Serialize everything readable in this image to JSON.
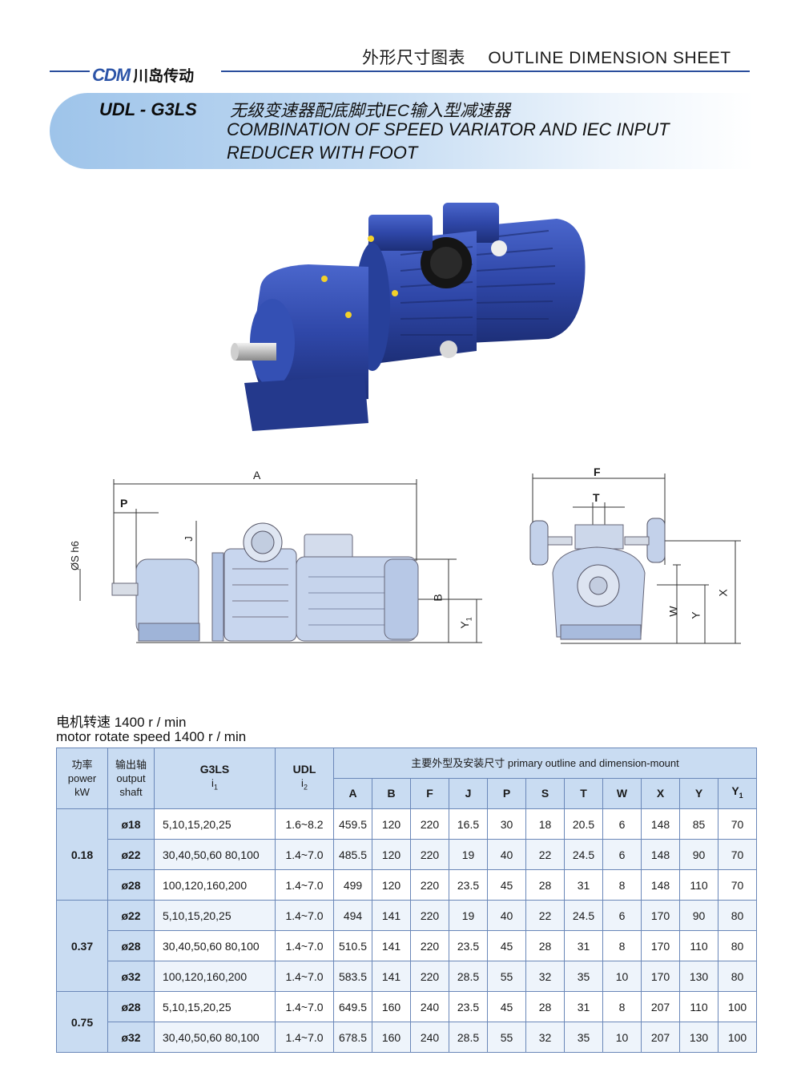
{
  "header": {
    "title_cn": "外形尺寸图表",
    "title_en": "OUTLINE DIMENSION SHEET",
    "logo_mark": "CDM",
    "logo_cn": "川岛传动"
  },
  "banner": {
    "model": "UDL - G3LS",
    "title_cn": "无级变速器配底脚式IEC输入型减速器",
    "title_en_line1": "COMBINATION OF SPEED VARIATOR  AND IEC INPUT",
    "title_en_line2": "REDUCER WITH FOOT"
  },
  "drawing_labels": {
    "A": "A",
    "P": "P",
    "S": "ØS h6",
    "J": "J",
    "B": "B",
    "Y1": "Y",
    "F": "F",
    "T": "T",
    "X": "X",
    "W": "W",
    "Y": "Y"
  },
  "speed": {
    "cn": "电机转速 1400 r / min",
    "en": "motor rotate speed 1400 r / min"
  },
  "table": {
    "h_power": [
      "功率",
      "power",
      "kW"
    ],
    "h_shaft": [
      "输出轴",
      "output",
      "shaft"
    ],
    "h_g3ls": "G3LS",
    "h_i1": "i",
    "h_udl": "UDL",
    "h_i2": "i",
    "h_group": "主要外型及安装尺寸  primary outline and dimension-mount",
    "dims": [
      "A",
      "B",
      "F",
      "J",
      "P",
      "S",
      "T",
      "W",
      "X",
      "Y",
      "Y"
    ],
    "groups": [
      {
        "power": "0.18",
        "rows": [
          {
            "shaft": "ø18",
            "i1": "5,10,15,20,25",
            "i2": "1.6~8.2",
            "v": [
              "459.5",
              "120",
              "220",
              "16.5",
              "30",
              "18",
              "20.5",
              "6",
              "148",
              "85",
              "70"
            ]
          },
          {
            "shaft": "ø22",
            "i1": "30,40,50,60 80,100",
            "i2": "1.4~7.0",
            "v": [
              "485.5",
              "120",
              "220",
              "19",
              "40",
              "22",
              "24.5",
              "6",
              "148",
              "90",
              "70"
            ]
          },
          {
            "shaft": "ø28",
            "i1": "100,120,160,200",
            "i2": "1.4~7.0",
            "v": [
              "499",
              "120",
              "220",
              "23.5",
              "45",
              "28",
              "31",
              "8",
              "148",
              "110",
              "70"
            ]
          }
        ]
      },
      {
        "power": "0.37",
        "rows": [
          {
            "shaft": "ø22",
            "i1": "5,10,15,20,25",
            "i2": "1.4~7.0",
            "v": [
              "494",
              "141",
              "220",
              "19",
              "40",
              "22",
              "24.5",
              "6",
              "170",
              "90",
              "80"
            ]
          },
          {
            "shaft": "ø28",
            "i1": "30,40,50,60 80,100",
            "i2": "1.4~7.0",
            "v": [
              "510.5",
              "141",
              "220",
              "23.5",
              "45",
              "28",
              "31",
              "8",
              "170",
              "110",
              "80"
            ]
          },
          {
            "shaft": "ø32",
            "i1": "100,120,160,200",
            "i2": "1.4~7.0",
            "v": [
              "583.5",
              "141",
              "220",
              "28.5",
              "55",
              "32",
              "35",
              "10",
              "170",
              "130",
              "80"
            ]
          }
        ]
      },
      {
        "power": "0.75",
        "rows": [
          {
            "shaft": "ø28",
            "i1": "5,10,15,20,25",
            "i2": "1.4~7.0",
            "v": [
              "649.5",
              "160",
              "240",
              "23.5",
              "45",
              "28",
              "31",
              "8",
              "207",
              "110",
              "100"
            ]
          },
          {
            "shaft": "ø32",
            "i1": "30,40,50,60 80,100",
            "i2": "1.4~7.0",
            "v": [
              "678.5",
              "160",
              "240",
              "28.5",
              "55",
              "32",
              "35",
              "10",
              "207",
              "130",
              "100"
            ]
          }
        ]
      }
    ]
  },
  "colors": {
    "accent": "#2a4d9c",
    "banner": "#9ec4ea",
    "motor_blue": "#2f47a8",
    "table_head": "#c9dcf2"
  }
}
